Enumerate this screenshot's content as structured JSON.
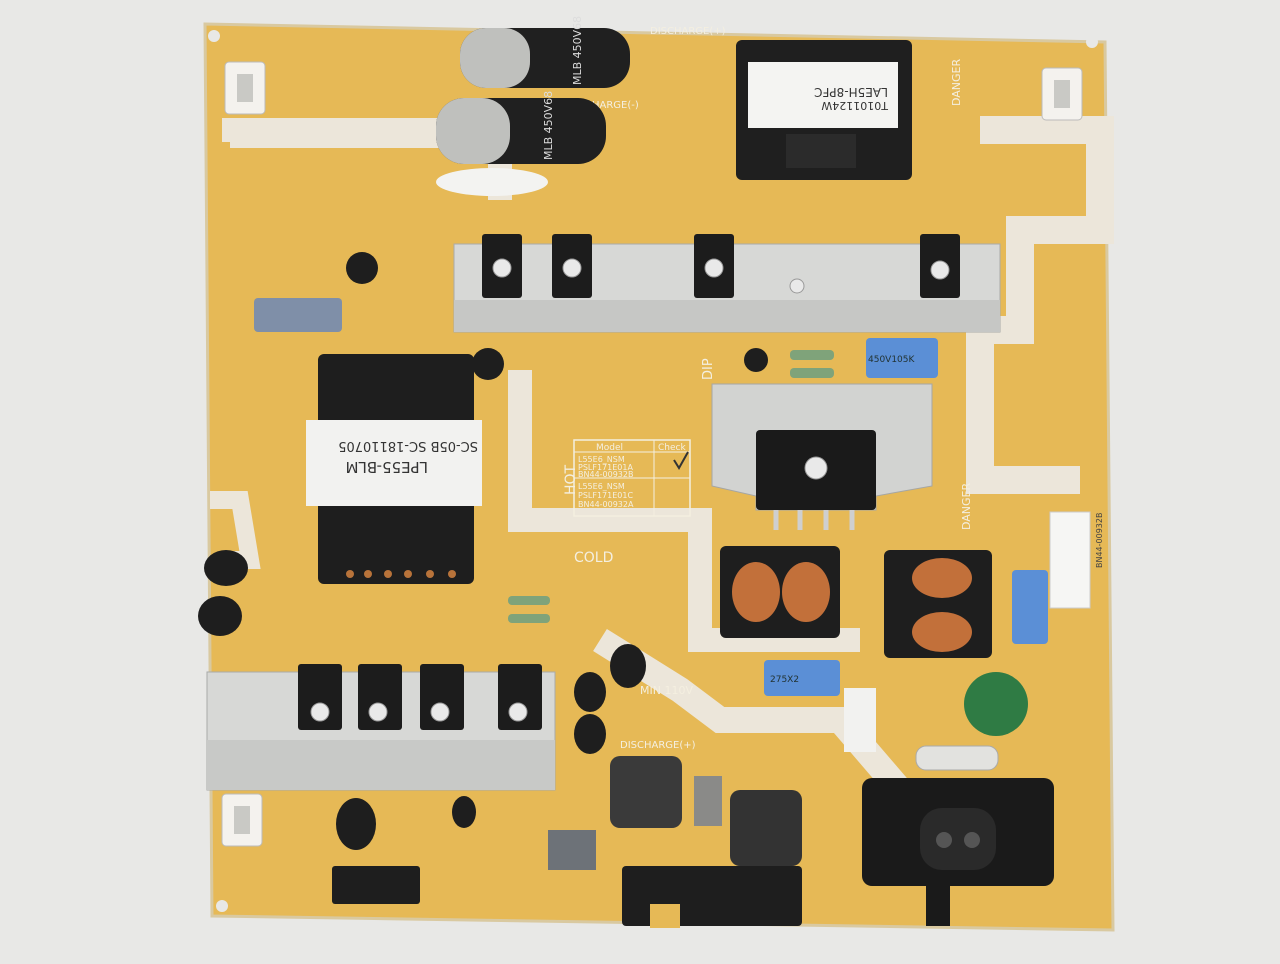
{
  "labels": {
    "discharge_top": "DISCHARGE(+)",
    "discharge_left": "DISCHARGE(-)",
    "discharge_bottom": "DISCHARGE(+)",
    "danger_top": "DANGER",
    "danger_mid": "DANGER",
    "hot": "HOT",
    "cold": "COLD",
    "dip": "DIP",
    "check": "Check",
    "model": "Model",
    "model_line1": "L55E6_NSM",
    "model_line2": "PSLF171E01A",
    "model_line3": "BN44-00932B",
    "model_line4": "L55E6_NSM",
    "model_line5": "PSLF171E01C",
    "model_line6": "BN44-00932A",
    "min_voltage": "MIN 110V",
    "hv_cap_label": "450V105K",
    "x_cap_label": "275X2",
    "transformer_top": "LAE5H-8PFC",
    "transformer_top_code": "T0101124W",
    "transformer_main": "LPE55-BLM",
    "transformer_main_code": "SC-05B SC-18110705",
    "cap1": "MLB 450V68",
    "cap2": "MLB 450V68",
    "sticker": "BN44-00932B"
  },
  "colors": {
    "board": "#e6b956",
    "background": "#e8e8e6",
    "heatsink": "#d8d8d6",
    "white_zone": "#ece6da"
  }
}
